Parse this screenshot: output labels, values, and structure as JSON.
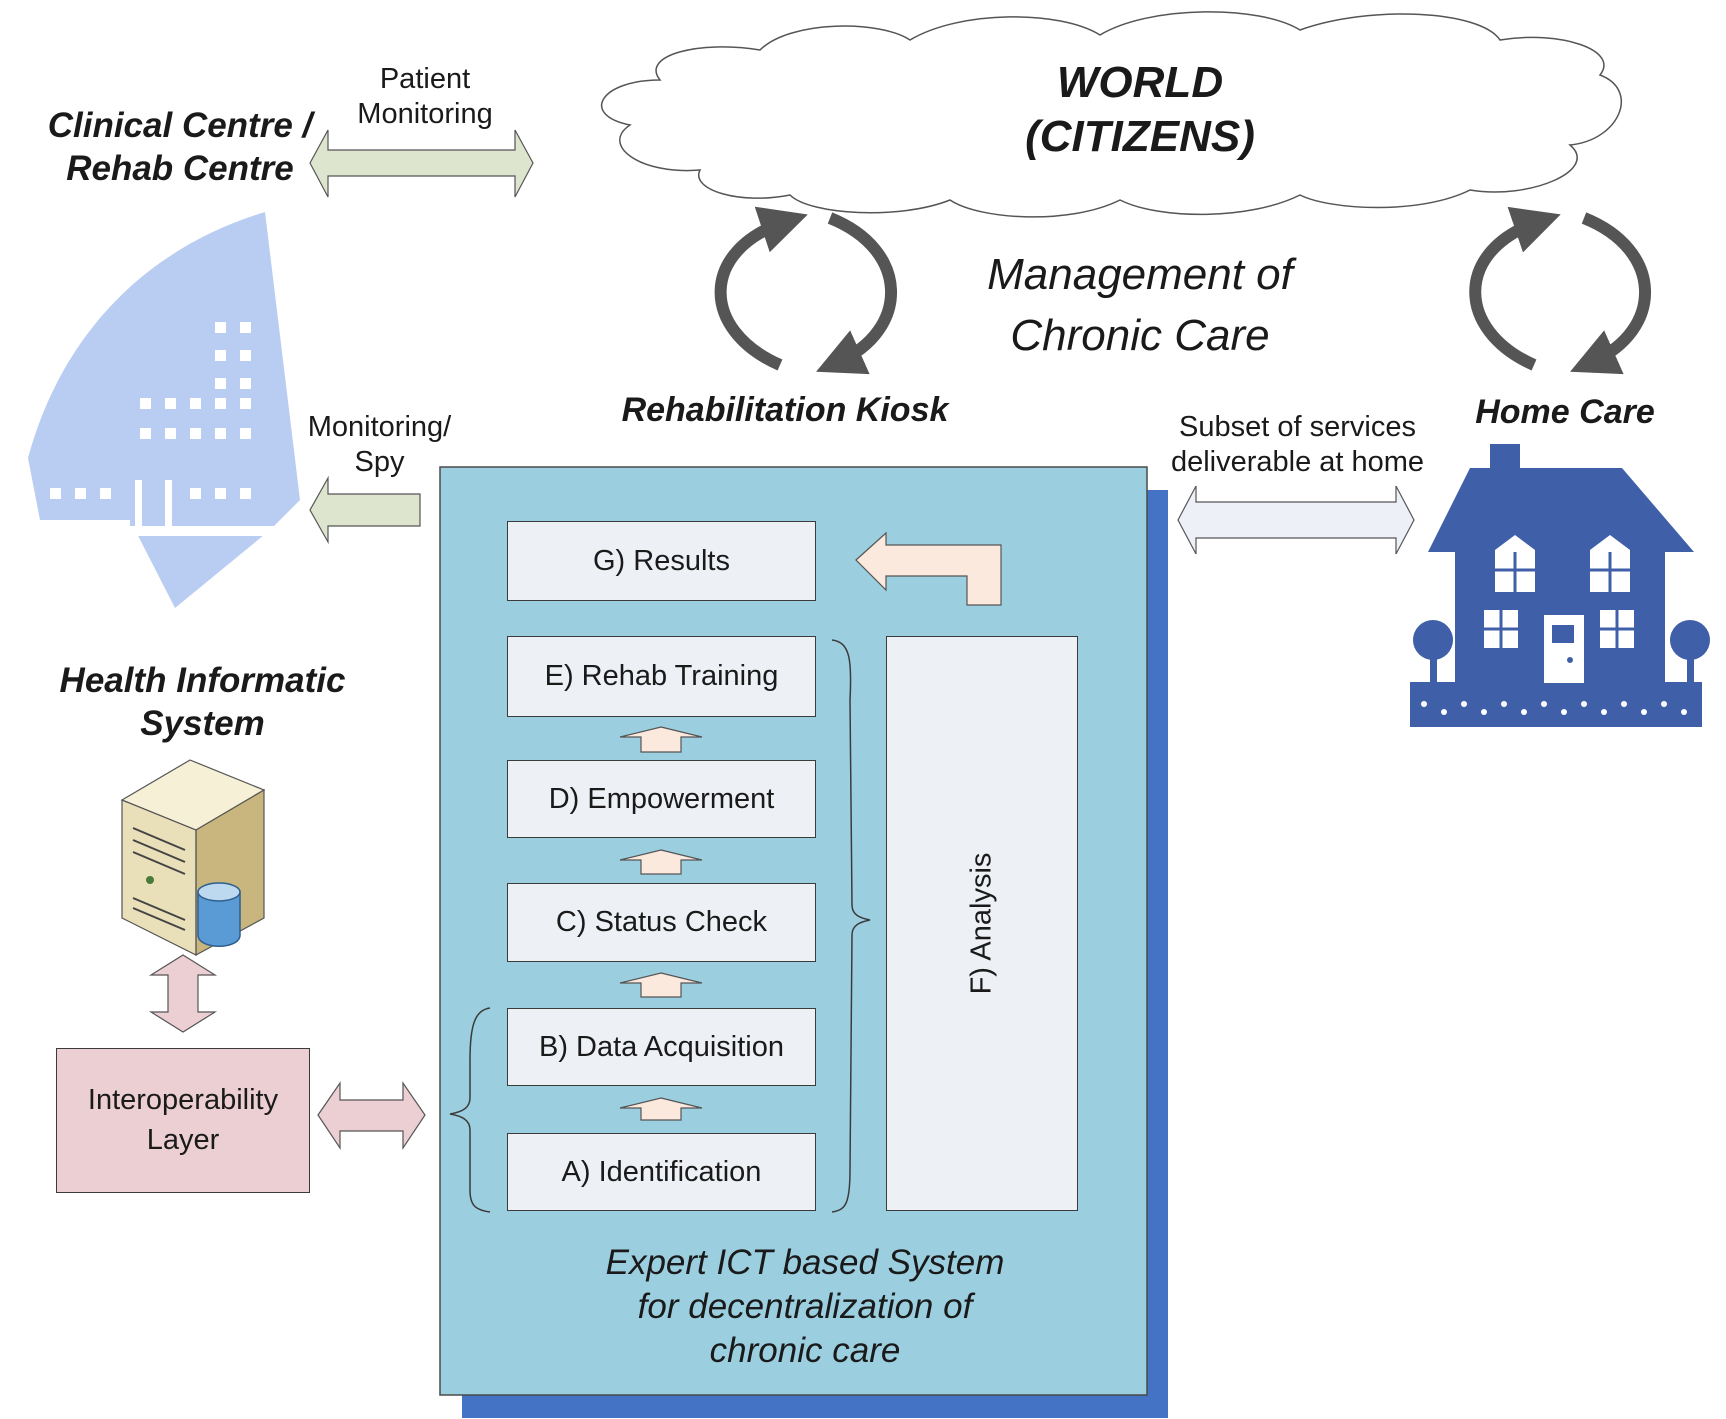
{
  "world": {
    "line1": "WORLD",
    "line2": "(CITIZENS)"
  },
  "management": {
    "line1": "Management of",
    "line2": "Chronic Care"
  },
  "clinical": {
    "line1": "Clinical Centre /",
    "line2": "Rehab Centre"
  },
  "patient_monitoring": {
    "line1": "Patient",
    "line2": "Monitoring"
  },
  "monitoring_spy": {
    "line1": "Monitoring/",
    "line2": "Spy"
  },
  "kiosk_label": "Rehabilitation Kiosk",
  "home_care_label": "Home Care",
  "home_services": {
    "line1": "Subset of services",
    "line2": "deliverable at home"
  },
  "his": {
    "line1": "Health Informatic",
    "line2": "System"
  },
  "interop": {
    "line1": "Interoperability",
    "line2": "Layer"
  },
  "steps": {
    "results": "G) Results",
    "rehab": "E) Rehab Training",
    "empower": "D) Empowerment",
    "status": "C) Status Check",
    "data": "B) Data Acquisition",
    "ident": "A) Identification",
    "analysis": "F) Analysis"
  },
  "expert": {
    "line1": "Expert ICT based System",
    "line2": "for decentralization of",
    "line3": "chronic care"
  },
  "colors": {
    "panel": "#9bcfe0",
    "panel_shadow": "#4472c4",
    "box_fill": "#edf0f5",
    "house": "#3f5fa8",
    "building": "#b9cdf2",
    "green_arrow": "#dde5cf",
    "pink": "#eccfd3",
    "peach": "#fbe9dd",
    "cycle_arrow": "#555555"
  }
}
